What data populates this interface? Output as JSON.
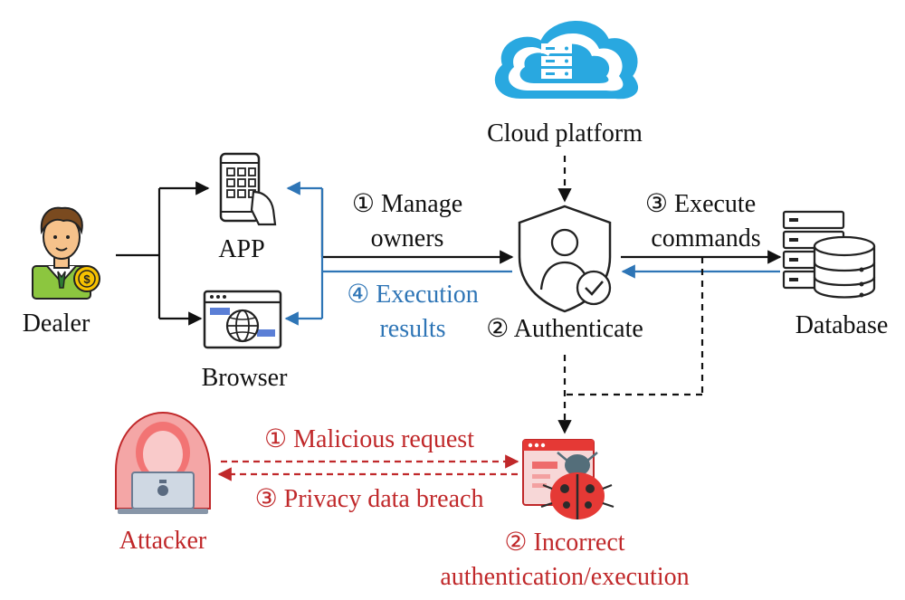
{
  "colors": {
    "black": "#111111",
    "blue": "#2e75b6",
    "red": "#c0282a"
  },
  "nodes": {
    "cloud": {
      "label": "Cloud platform",
      "icon": "cloud-server-icon"
    },
    "dealer": {
      "label": "Dealer",
      "icon": "dealer-person-icon"
    },
    "app": {
      "label": "APP",
      "icon": "smartphone-icon"
    },
    "browser": {
      "label": "Browser",
      "icon": "browser-globe-icon"
    },
    "authenticate": {
      "label": "② Authenticate",
      "icon": "shield-user-check-icon"
    },
    "database": {
      "label": "Database",
      "icon": "database-server-icon"
    },
    "attacker": {
      "label": "Attacker",
      "icon": "hooded-hacker-icon"
    },
    "bug": {
      "label_line1": "② Incorrect",
      "label_line2": "authentication/execution",
      "icon": "bug-webpage-icon"
    }
  },
  "edges": {
    "manage_owners": {
      "line1": "① Manage",
      "line2": "owners"
    },
    "execution_results": {
      "line1": "④ Execution",
      "line2": "results"
    },
    "execute_commands": {
      "line1": "③ Execute",
      "line2": "commands"
    },
    "malicious_request": {
      "label": "① Malicious request"
    },
    "privacy_breach": {
      "label": "③ Privacy data breach"
    }
  }
}
